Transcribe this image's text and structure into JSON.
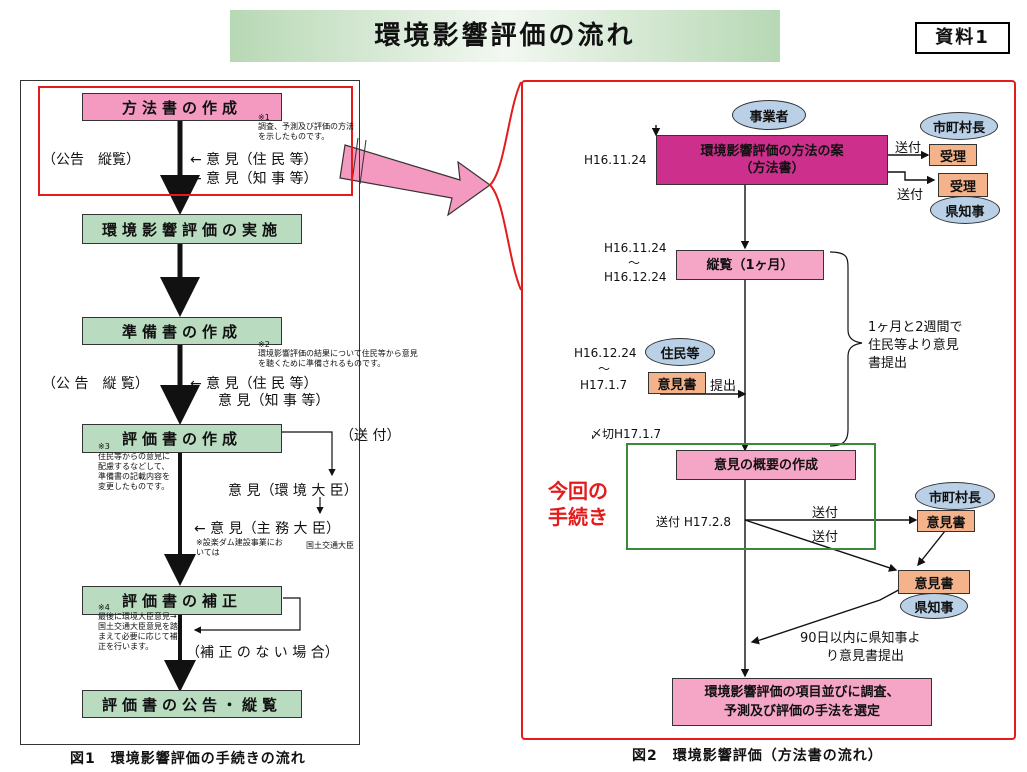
{
  "header": {
    "title": "環境影響評価の流れ",
    "doc_label": "資料1"
  },
  "fig1": {
    "caption": "図1　環境影響評価の手続きの流れ",
    "steps": {
      "s1": "方法書の作成",
      "s2": "環境影響評価の実施",
      "s3": "準備書の作成",
      "s4": "評価書の作成",
      "s5": "評価書の補正",
      "s6": "評価書の公告・縦覧"
    },
    "notes": {
      "n1_mark": "※1",
      "n1": "調査、予測及び評価の方法を示したものです。",
      "n2_mark": "※2",
      "n2": "環境影響評価の結果について住民等から意見を聴くために準備されるものです。",
      "n3_mark": "※3",
      "n3": "住民等からの意見に配慮するなどして、準備書の記載内容を変更したものです。",
      "n4_mark": "※4",
      "n4": "最後に環境大臣意見→国土交通大臣意見を踏まえて必要に応じて補正を行います。",
      "dam": "※設楽ダム建設事業においては",
      "mlit": "国土交通大臣"
    },
    "labels": {
      "kokoku1": "（公告　縦覧）",
      "iken_jumin1": "← 意 見（住 民 等）",
      "iken_chiji1": "← 意 見（知 事 等）",
      "kokoku2": "（公 告　縦 覧）",
      "iken_jumin2": "← 意 見（住 民 等）",
      "iken_chiji2": "意 見（知 事 等）",
      "sofu": "（送 付）",
      "iken_kankyo": "意 見（環 境 大 臣）",
      "iken_shumu": "← 意 見（主 務 大 臣）",
      "no_hosei": "（補 正 の な い 場 合）"
    }
  },
  "fig2": {
    "caption": "図2　環境影響評価（方法書の流れ）",
    "jigyosha": "事業者",
    "hoho_an_line1": "環境影響評価の方法の案",
    "hoho_an_line2": "（方法書）",
    "date_h16_11_24": "H16.11.24",
    "shichoson_top": "市町村長",
    "sofu_a": "送付",
    "juri_a": "受理",
    "sofu_b": "送付",
    "juri_b": "受理",
    "kenchiji_top": "県知事",
    "juran_date1": "H16.11.24",
    "juran_tilde": "～",
    "juran_date2": "H16.12.24",
    "juran": "縦覧（1ヶ月）",
    "brace_text": "1ヶ月と2週間で住民等より意見書提出",
    "brace_l1": "1ヶ月と2週間で",
    "brace_l2": "住民等より意見",
    "brace_l3": "書提出",
    "jumin_date1": "H16.12.24",
    "jumin_tilde": "～",
    "jumin_date2": "H17.1.7",
    "jumin": "住民等",
    "ikensho_jumin": "意見書",
    "teishutsu": "提出",
    "shimekiri": "〆切H17.1.7",
    "konkai_l1": "今回の",
    "konkai_l2": "手続き",
    "gaiyo": "意見の概要の作成",
    "sofu_date": "送付 H17.2.8",
    "sofu_c": "送付",
    "sofu_d": "送付",
    "shichoson_bottom": "市町村長",
    "ikensho_shicho": "意見書",
    "ikensho_chiji": "意見書",
    "kenchiji_bottom": "県知事",
    "ninety_l1": "90日以内に県知事よ",
    "ninety_l2": "り意見書提出",
    "final_l1": "環境影響評価の項目並びに調査、",
    "final_l2": "予測及び評価の手法を選定"
  },
  "colors": {
    "pink": "#f49ac1",
    "green": "#b9dcc0",
    "magenta": "#cc2f8c",
    "orange": "#f4b38a",
    "oval": "#b9d0e6",
    "red": "#e41b1b",
    "green_frame": "#3a8a3a"
  }
}
